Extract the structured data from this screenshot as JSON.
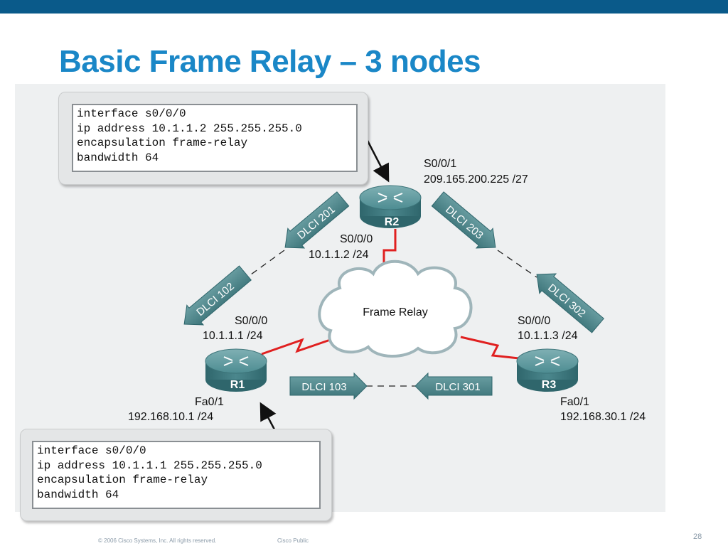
{
  "title": "Basic Frame Relay – 3 nodes",
  "config_top": [
    "interface s0/0/0",
    "ip address 10.1.1.2 255.255.255.0",
    "encapsulation frame-relay",
    "bandwidth 64"
  ],
  "config_bottom": [
    "interface s0/0/0",
    "ip address 10.1.1.1 255.255.255.0",
    "encapsulation frame-relay",
    "bandwidth 64"
  ],
  "routers": {
    "r1": {
      "name": "R1",
      "serial_if": "S0/0/0",
      "serial_ip": "10.1.1.1 /24",
      "lan_if": "Fa0/1",
      "lan_ip": "192.168.10.1 /24"
    },
    "r2": {
      "name": "R2",
      "serial_if": "S0/0/0",
      "serial_ip": "10.1.1.2 /24",
      "wan_if": "S0/0/1",
      "wan_ip": "209.165.200.225 /27"
    },
    "r3": {
      "name": "R3",
      "serial_if": "S0/0/0",
      "serial_ip": "10.1.1.3 /24",
      "lan_if": "Fa0/1",
      "lan_ip": "192.168.30.1 /24"
    }
  },
  "cloud_label": "Frame Relay",
  "dlci": {
    "d102": "DLCI 102",
    "d201": "DLCI 201",
    "d203": "DLCI 203",
    "d302": "DLCI 302",
    "d103": "DLCI 103",
    "d301": "DLCI 301"
  },
  "colors": {
    "title": "#1a87c7",
    "topbar": "#0a5a8a",
    "router": "#3f7e85",
    "arrow": "#4f8a8e",
    "link": "#e02020"
  },
  "footer": {
    "copyright": "© 2006 Cisco Systems, Inc. All rights reserved.",
    "classification": "Cisco Public",
    "page": "28"
  }
}
